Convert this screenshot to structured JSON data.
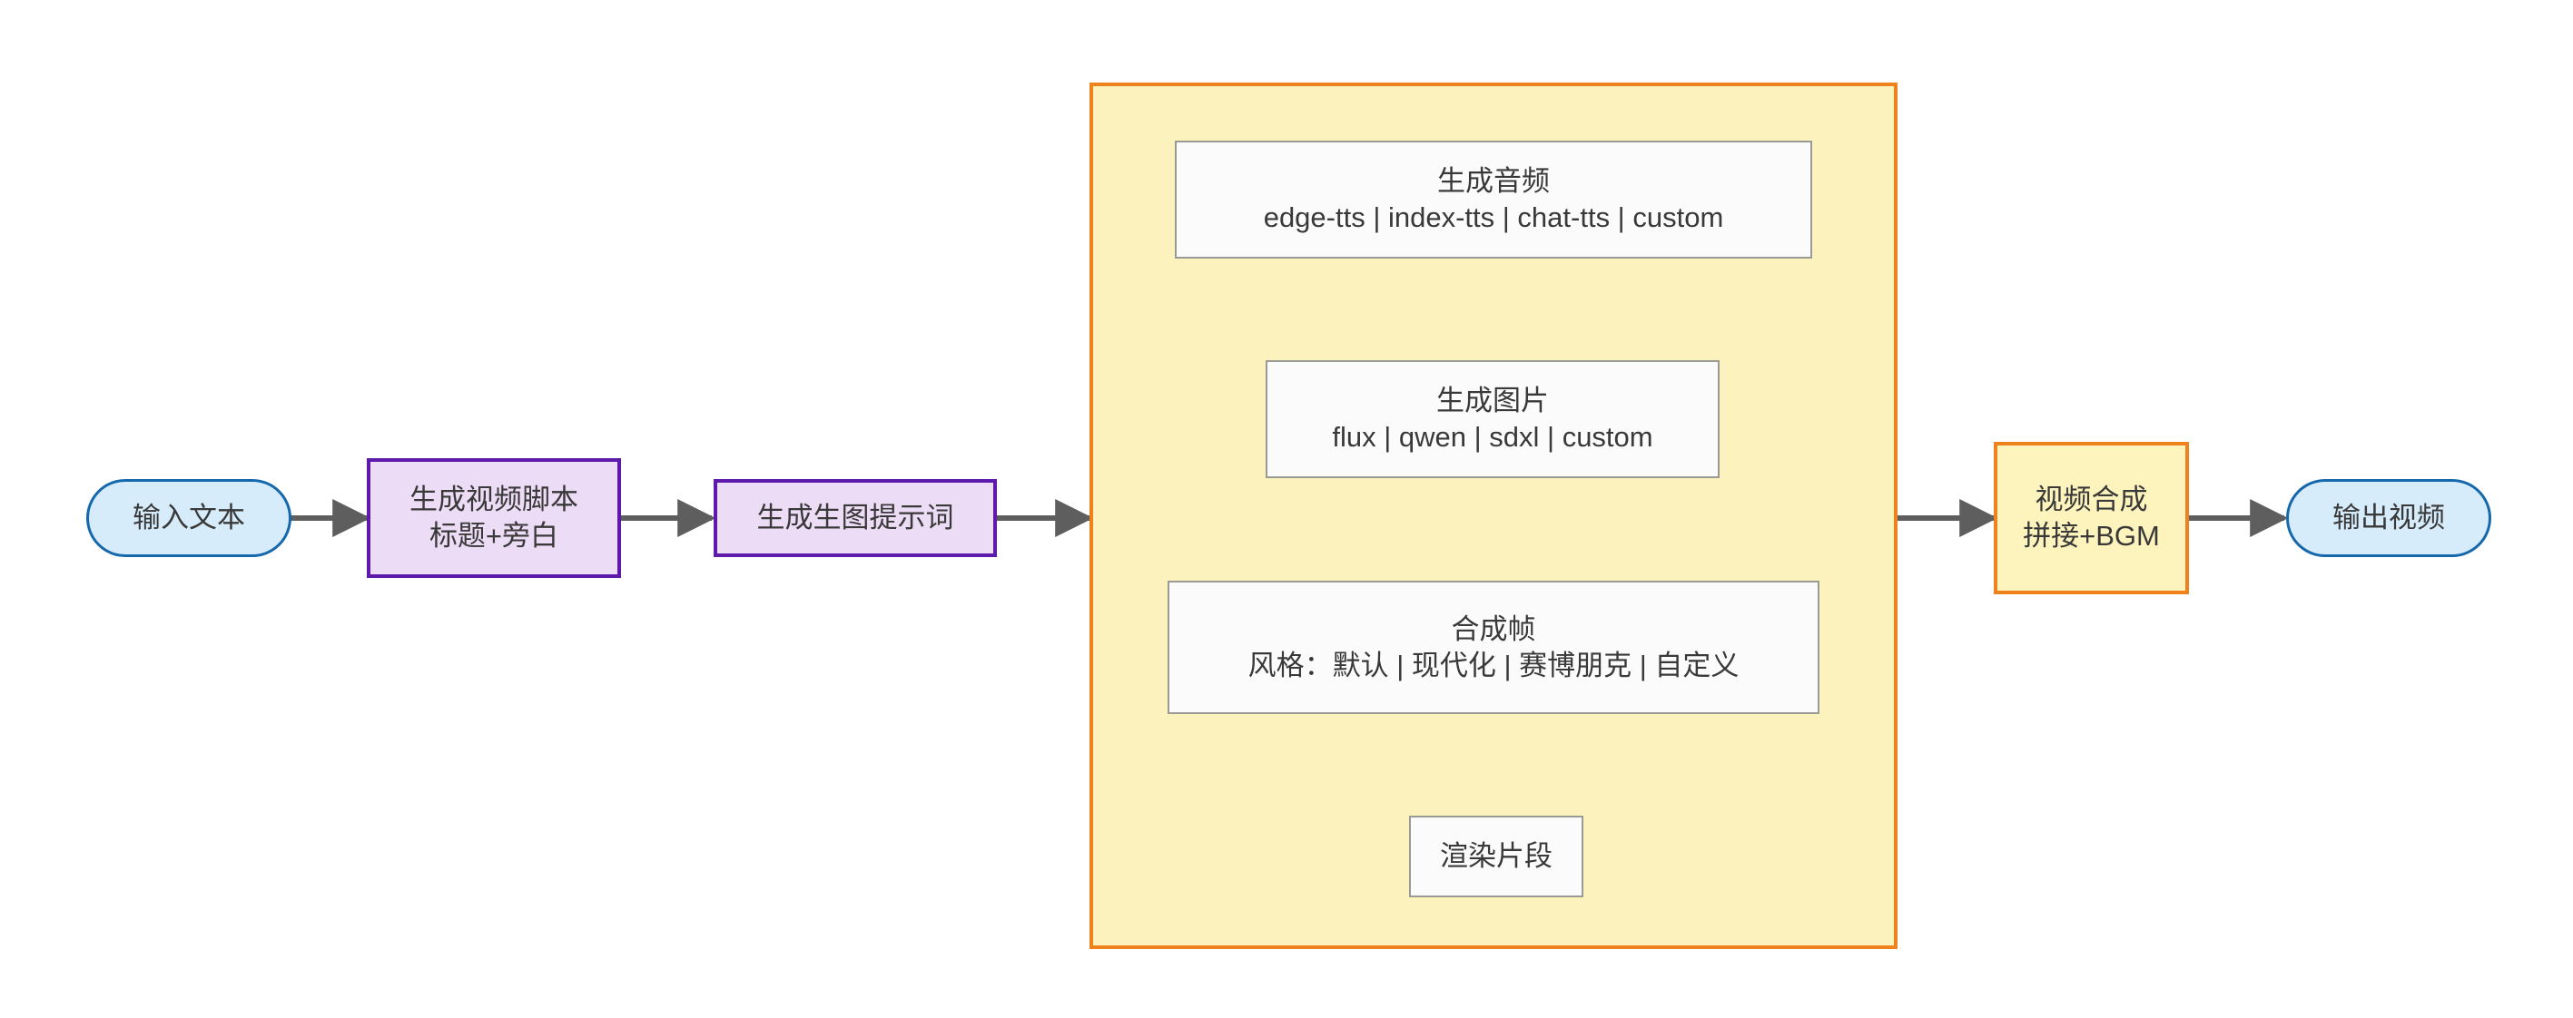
{
  "diagram": {
    "title": "",
    "colors": {
      "stadium_fill": "#d6ecfa",
      "stadium_stroke": "#1668ac",
      "purple_fill": "#eddcf5",
      "purple_stroke": "#5d1aab",
      "orange_fill": "#fdf3bd",
      "orange_stroke": "#f0821e",
      "plain_fill": "#fbfbfb",
      "plain_stroke": "#9a9a94",
      "subgraph_fill": "#fcf2bd",
      "edge_color": "#5e5e5e",
      "text_color": "#393939",
      "background": "#ffffff"
    },
    "nodes": {
      "input_text": {
        "label": "输入文本",
        "shape": "stadium"
      },
      "script": {
        "line1": "生成视频脚本",
        "line2": "标题+旁白",
        "shape": "rect-purple"
      },
      "prompt": {
        "label": "生成生图提示词",
        "shape": "rect-purple"
      },
      "audio": {
        "line1": "生成音频",
        "line2": "edge-tts | index-tts | chat-tts | custom",
        "shape": "rect-plain"
      },
      "image": {
        "line1": "生成图片",
        "line2": "flux | qwen | sdxl | custom",
        "shape": "rect-plain"
      },
      "frame": {
        "line1": "合成帧",
        "line2": "风格：默认 | 现代化 | 赛博朋克 | 自定义",
        "shape": "rect-plain"
      },
      "render": {
        "label": "渲染片段",
        "shape": "rect-plain"
      },
      "compose": {
        "line1": "视频合成",
        "line2": "拼接+BGM",
        "shape": "rect-orange"
      },
      "output_video": {
        "label": "输出视频",
        "shape": "stadium"
      }
    },
    "subgraph": {
      "label": ""
    },
    "edges": [
      {
        "from": "input_text",
        "to": "script",
        "label": ""
      },
      {
        "from": "script",
        "to": "prompt",
        "label": ""
      },
      {
        "from": "prompt",
        "to": "audio_group",
        "label": ""
      },
      {
        "from": "audio",
        "to": "image",
        "label": ""
      },
      {
        "from": "image",
        "to": "frame",
        "label": ""
      },
      {
        "from": "frame",
        "to": "render",
        "label": ""
      },
      {
        "from": "render_group",
        "to": "compose",
        "label": ""
      },
      {
        "from": "compose",
        "to": "output_video",
        "label": ""
      }
    ]
  }
}
